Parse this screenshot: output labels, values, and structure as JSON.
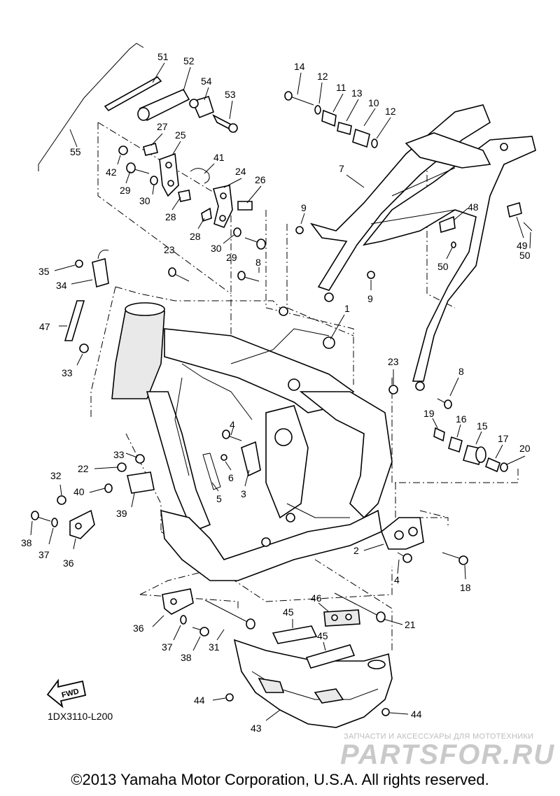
{
  "drawing_code": "1DX3110-L200",
  "fwd_label": "FWD",
  "watermark": {
    "subtitle": "ЗАПЧАСТИ И АКСЕССУАРЫ ДЛЯ МОТОТЕХНИКИ",
    "brand": "PARTSFOR.RU"
  },
  "copyright": "©2013 Yamaha Motor Corporation, U.S.A. All rights reserved.",
  "callouts": [
    {
      "id": "c1",
      "text": "1"
    },
    {
      "id": "c2",
      "text": "2"
    },
    {
      "id": "c3",
      "text": "3"
    },
    {
      "id": "c4a",
      "text": "4"
    },
    {
      "id": "c4b",
      "text": "4"
    },
    {
      "id": "c5",
      "text": "5"
    },
    {
      "id": "c6",
      "text": "6"
    },
    {
      "id": "c7",
      "text": "7"
    },
    {
      "id": "c8a",
      "text": "8"
    },
    {
      "id": "c8b",
      "text": "8"
    },
    {
      "id": "c9a",
      "text": "9"
    },
    {
      "id": "c9b",
      "text": "9"
    },
    {
      "id": "c10",
      "text": "10"
    },
    {
      "id": "c11",
      "text": "11"
    },
    {
      "id": "c12a",
      "text": "12"
    },
    {
      "id": "c12b",
      "text": "12"
    },
    {
      "id": "c13",
      "text": "13"
    },
    {
      "id": "c14",
      "text": "14"
    },
    {
      "id": "c15",
      "text": "15"
    },
    {
      "id": "c16",
      "text": "16"
    },
    {
      "id": "c17",
      "text": "17"
    },
    {
      "id": "c18",
      "text": "18"
    },
    {
      "id": "c19",
      "text": "19"
    },
    {
      "id": "c20",
      "text": "20"
    },
    {
      "id": "c21",
      "text": "21"
    },
    {
      "id": "c22",
      "text": "22"
    },
    {
      "id": "c23a",
      "text": "23"
    },
    {
      "id": "c23b",
      "text": "23"
    },
    {
      "id": "c24",
      "text": "24"
    },
    {
      "id": "c25",
      "text": "25"
    },
    {
      "id": "c26",
      "text": "26"
    },
    {
      "id": "c27",
      "text": "27"
    },
    {
      "id": "c28a",
      "text": "28"
    },
    {
      "id": "c28b",
      "text": "28"
    },
    {
      "id": "c29a",
      "text": "29"
    },
    {
      "id": "c29b",
      "text": "29"
    },
    {
      "id": "c30a",
      "text": "30"
    },
    {
      "id": "c30b",
      "text": "30"
    },
    {
      "id": "c31",
      "text": "31"
    },
    {
      "id": "c32",
      "text": "32"
    },
    {
      "id": "c33a",
      "text": "33"
    },
    {
      "id": "c33b",
      "text": "33"
    },
    {
      "id": "c34",
      "text": "34"
    },
    {
      "id": "c35",
      "text": "35"
    },
    {
      "id": "c36a",
      "text": "36"
    },
    {
      "id": "c36b",
      "text": "36"
    },
    {
      "id": "c37a",
      "text": "37"
    },
    {
      "id": "c37b",
      "text": "37"
    },
    {
      "id": "c38a",
      "text": "38"
    },
    {
      "id": "c38b",
      "text": "38"
    },
    {
      "id": "c39",
      "text": "39"
    },
    {
      "id": "c40",
      "text": "40"
    },
    {
      "id": "c41",
      "text": "41"
    },
    {
      "id": "c42",
      "text": "42"
    },
    {
      "id": "c43",
      "text": "43"
    },
    {
      "id": "c44a",
      "text": "44"
    },
    {
      "id": "c44b",
      "text": "44"
    },
    {
      "id": "c45a",
      "text": "45"
    },
    {
      "id": "c45b",
      "text": "45"
    },
    {
      "id": "c46",
      "text": "46"
    },
    {
      "id": "c47",
      "text": "47"
    },
    {
      "id": "c48",
      "text": "48"
    },
    {
      "id": "c49",
      "text": "49"
    },
    {
      "id": "c50a",
      "text": "50"
    },
    {
      "id": "c50b",
      "text": "50"
    },
    {
      "id": "c51",
      "text": "51"
    },
    {
      "id": "c52",
      "text": "52"
    },
    {
      "id": "c53",
      "text": "53"
    },
    {
      "id": "c54",
      "text": "54"
    },
    {
      "id": "c55",
      "text": "55"
    }
  ]
}
